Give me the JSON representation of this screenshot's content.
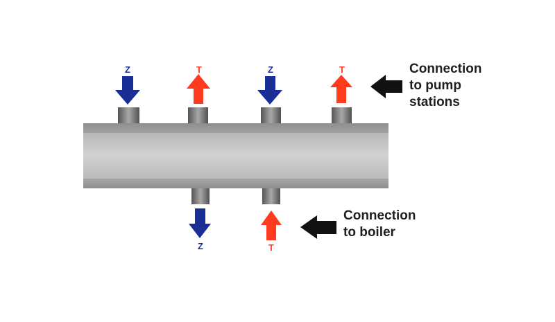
{
  "colors": {
    "supply": "#ff3b1f",
    "return": "#1a2f96",
    "pointer": "#111111"
  },
  "top_ports": [
    {
      "label": "Z",
      "direction": "down",
      "type": "return"
    },
    {
      "label": "T",
      "direction": "up",
      "type": "supply"
    },
    {
      "label": "Z",
      "direction": "down",
      "type": "return"
    },
    {
      "label": "T",
      "direction": "up",
      "type": "supply"
    }
  ],
  "bottom_ports": [
    {
      "label": "Z",
      "direction": "down",
      "type": "return"
    },
    {
      "label": "T",
      "direction": "up",
      "type": "supply"
    }
  ],
  "notes": {
    "pump": [
      "Connection",
      "to pump",
      "stations"
    ],
    "boiler": [
      "Connection",
      "to boiler"
    ]
  }
}
